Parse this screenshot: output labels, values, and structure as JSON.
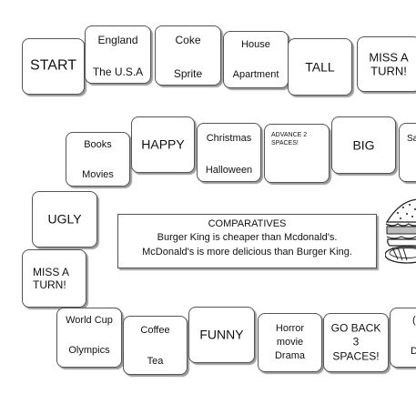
{
  "board": {
    "start": "START",
    "row1": {
      "england": "England",
      "usa": "The U.S.A",
      "coke": "Coke",
      "sprite": "Sprite",
      "house": "House",
      "apartment": "Apartment",
      "tall": "TALL",
      "miss_turn_1": "MISS A",
      "miss_turn_2": "TURN!"
    },
    "row2": {
      "books": "Books",
      "movies": "Movies",
      "happy": "HAPPY",
      "christmas": "Christmas",
      "halloween": "Halloween",
      "advance_1": "ADVANCE 2",
      "advance_2": "SPACES!",
      "big": "BIG",
      "partial": "Sa"
    },
    "left": {
      "ugly": "UGLY",
      "miss_turn_1": "MISS A",
      "miss_turn_2": "TURN!"
    },
    "row3": {
      "world_cup": "World Cup",
      "olympics": "Olympics",
      "coffee": "Coffee",
      "tea": "Tea",
      "funny": "FUNNY",
      "horror": "Horror",
      "movie": "movie",
      "drama": "Drama",
      "go_back_1": "GO BACK",
      "go_back_2": "3",
      "go_back_3": "SPACES!",
      "partial_1": "(",
      "partial_2": "D"
    }
  },
  "comparatives": {
    "title": "COMPARATIVES",
    "line1": "Burger King is cheaper than Mcdonald's.",
    "line2": "McDonald's is more delicious than Burger King."
  },
  "icons": {
    "burger": "burger-icon"
  },
  "colors": {
    "tile_border": "#555555",
    "shadow": "#9a9a9a",
    "text": "#111111"
  }
}
